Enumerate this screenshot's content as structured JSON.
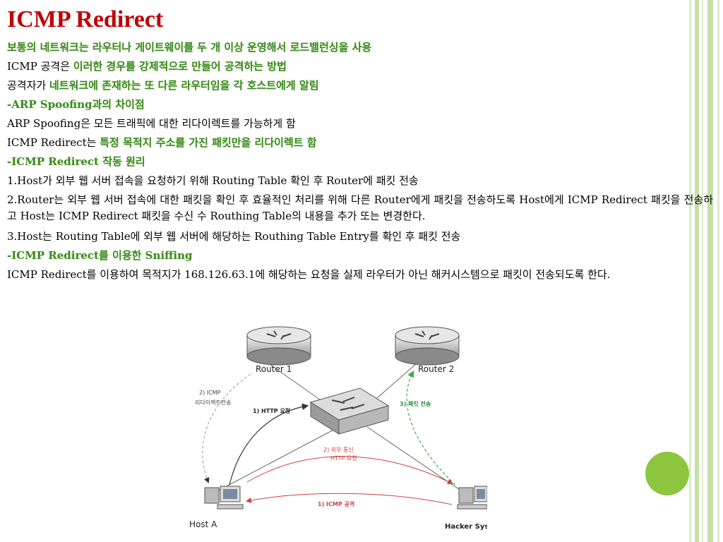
{
  "slide": {
    "title": "ICMP Redirect",
    "lines": [
      {
        "pre": "",
        "hl": "보통의 네트워크는 라우터나 게이트웨이를 두 개 이상 운영해서 로드밸런싱을 사용"
      },
      {
        "pre": "ICMP 공격은 ",
        "hl": "이러한 경우를 강제적으로 만들어 공격하는 방법"
      },
      {
        "pre": "공격자가 ",
        "hl": "네트워크에 존재하는 또 다른 라우터임을 각 호스트에게 알림"
      }
    ],
    "heading_arp": "-ARP Spoofing과의 차이점",
    "arp_line": "ARP Spoofing은 모든 트래픽에 대한 리다이렉트를 가능하게 함",
    "icmp_line_pre": "ICMP Redirect는 ",
    "icmp_line_hl": "특정 목적지 주소를 가진 패킷만을 리다이렉트 함",
    "heading_principle": "-ICMP Redirect 작동 원리",
    "step1": "1.Host가 외부 웹 서버 접속을 요청하기 위해 Routing Table 확인 후 Router에 패킷 전송",
    "step2": "2.Router는 외부 웹 서버 접속에 대한 패킷을 확인 후 효율적인 처리를 위해 다른 Router에게 패킷을 전송하도록 Host에게 ICMP Redirect 패킷을 전송하고 Host는 ICMP Redirect 패킷을 수신 수 Routhing Table의 내용을 추가 또는 변경한다.",
    "step3": "3.Host는 Routing Table에 외부 웹 서버에 해당하는 Routhing Table Entry를 확인 후 패킷 전송",
    "heading_sniffing": "-ICMP Redirect를 이용한 Sniffing",
    "sniffing_text": "ICMP Redirect를 이용하여 목적지가 168.126.63.1에 해당하는 요청을 실제 라우터가 아닌 해커시스템으로 패킷이 전송되도록 한다."
  },
  "diagram": {
    "router1": "Router 1",
    "router2": "Router 2",
    "host_a": "Host A",
    "hacker": "Hacker System",
    "label_icmp_redirect_1": "2) ICMP",
    "label_icmp_redirect_2": "리다이렉트전송",
    "label_http": "1) HTTP 요청",
    "label_forward": "3) 패킷 전송",
    "label_external_1": "2) 외부 통신",
    "label_external_2": "HTTP 요청",
    "label_icmp_attack": "1) ICMP 공격"
  },
  "colors": {
    "title": "#c00000",
    "highlight": "#3a8a1f",
    "accent_dot": "#8cc63f",
    "deco_lines": "#c5e0a5"
  }
}
